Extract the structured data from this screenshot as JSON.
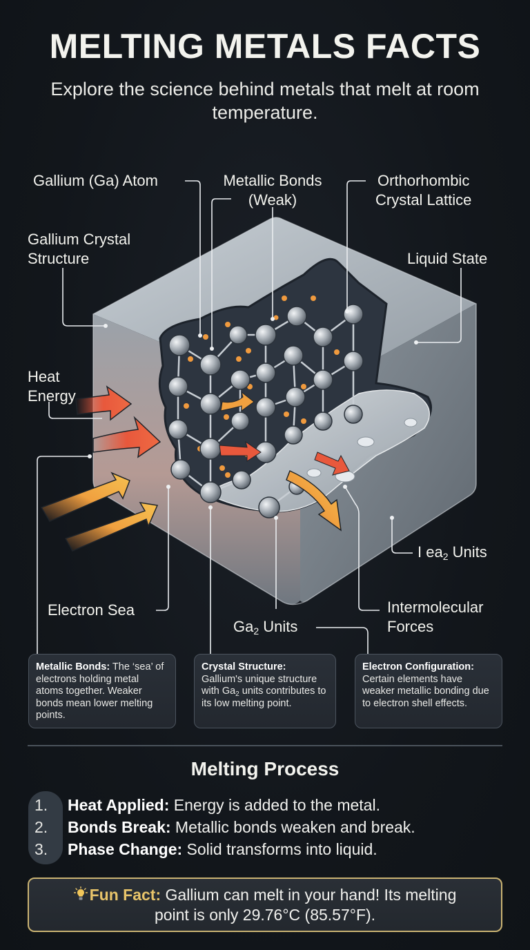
{
  "header": {
    "title": "MELTING METALS FACTS",
    "subtitle": "Explore the science behind metals that melt at room temperature."
  },
  "diagram": {
    "labels": {
      "gallium_atom": "Gallium (Ga) Atom",
      "metallic_bonds_line1": "Metallic Bonds",
      "metallic_bonds_line2": "(Weak)",
      "orthorhombic_line1": "Orthorhombic",
      "orthorhombic_line2": "Crystal Lattice",
      "crystal_structure_line1": "Gallium Crystal",
      "crystal_structure_line2": "Structure",
      "liquid_state": "Liquid State",
      "heat_energy_line1": "Heat",
      "heat_energy_line2": "Energy",
      "ga2_units_right_prefix": "I ea",
      "ga2_units_right_sub": "2",
      "ga2_units_right_suffix": " Units",
      "electron_sea": "Electron Sea",
      "ga2_units_center_prefix": "Ga",
      "ga2_units_center_sub": "2",
      "ga2_units_center_suffix": " Units",
      "intermolecular_line1": "Intermolecular",
      "intermolecular_line2": "Forces"
    },
    "colors": {
      "heat_red": "#e8583c",
      "heat_orange": "#f3a640",
      "electron": "#f09a3e",
      "atom": "#b8bec5",
      "cube": "#9aa3ac"
    }
  },
  "cards": [
    {
      "heading": "Metallic Bonds:",
      "text": " The ‘sea’ of electrons holding metal atoms together. Weaker bonds mean lower melting points."
    },
    {
      "heading": "Crystal Structure:",
      "text_before": " Gallium's unique structure with Ga",
      "sub": "2",
      "text_after": " units contributes to its low melting point."
    },
    {
      "heading": "Electron Configuration:",
      "text": " Certain elements have weaker metallic bonding due to electron shell effects."
    }
  ],
  "process": {
    "title": "Melting Process",
    "steps": [
      {
        "number": "1.",
        "label": "Heat Applied:",
        "text": " Energy is added to the metal."
      },
      {
        "number": "2.",
        "label": "Bonds Break:",
        "text": " Metallic bonds weaken and break."
      },
      {
        "number": "3.",
        "label": "Phase Change:",
        "text": " Solid transforms into liquid."
      }
    ]
  },
  "fun_fact": {
    "icon": "lightbulb-icon",
    "label": "Fun Fact:",
    "text_line1": " Gallium can melt in your hand! Its melting",
    "text_line2": "point is only 29.76°C (85.57°F).",
    "border_color": "#cbb473",
    "label_color": "#e8c46a"
  }
}
